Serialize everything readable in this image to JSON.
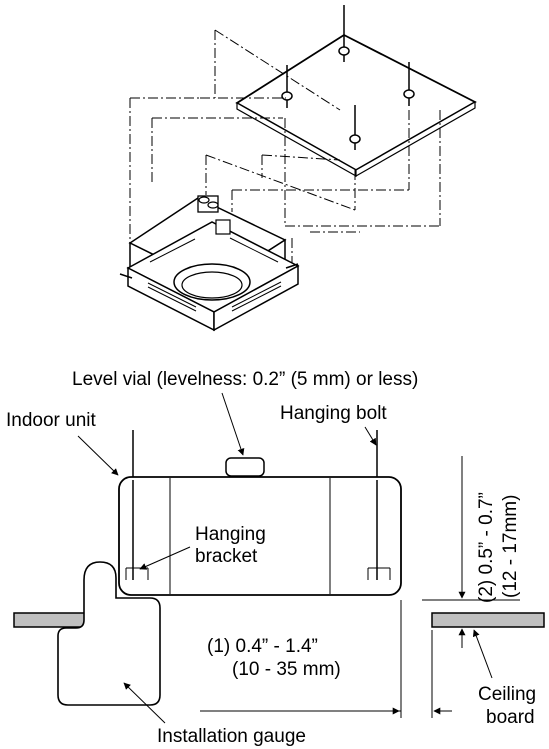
{
  "labels": {
    "level_vial": "Level vial (levelness: 0.2” (5 mm) or less)",
    "indoor_unit": "Indoor unit",
    "hanging_bolt": "Hanging bolt",
    "hanging_bracket_line1": "Hanging",
    "hanging_bracket_line2": "bracket",
    "dim1_line1": "(1) 0.4” - 1.4”",
    "dim1_line2": "(10 - 35 mm)",
    "dim2_line1": "(2) 0.5” - 0.7”",
    "dim2_line2": "(12 - 17mm)",
    "ceiling_board_line1": "Ceiling",
    "ceiling_board_line2": "board",
    "installation_gauge": "Installation gauge"
  }
}
